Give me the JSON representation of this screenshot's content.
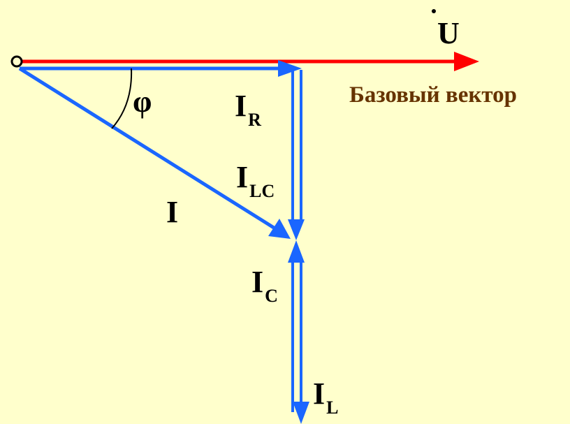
{
  "labels": {
    "voltage": "U",
    "phi": "φ",
    "base_vector": "Базовый вектор",
    "i_r_main": "I",
    "i_r_sub": "R",
    "i_lc_main": "I",
    "i_lc_sub": "LC",
    "i_total": "I",
    "i_c_main": "I",
    "i_c_sub": "C",
    "i_l_main": "I",
    "i_l_sub": "L"
  },
  "colors": {
    "background": "#ffffcc",
    "voltage_vector": "#ff0000",
    "current_vectors": "#1a66ff",
    "base_vector_text": "#663300",
    "text": "#000000"
  }
}
